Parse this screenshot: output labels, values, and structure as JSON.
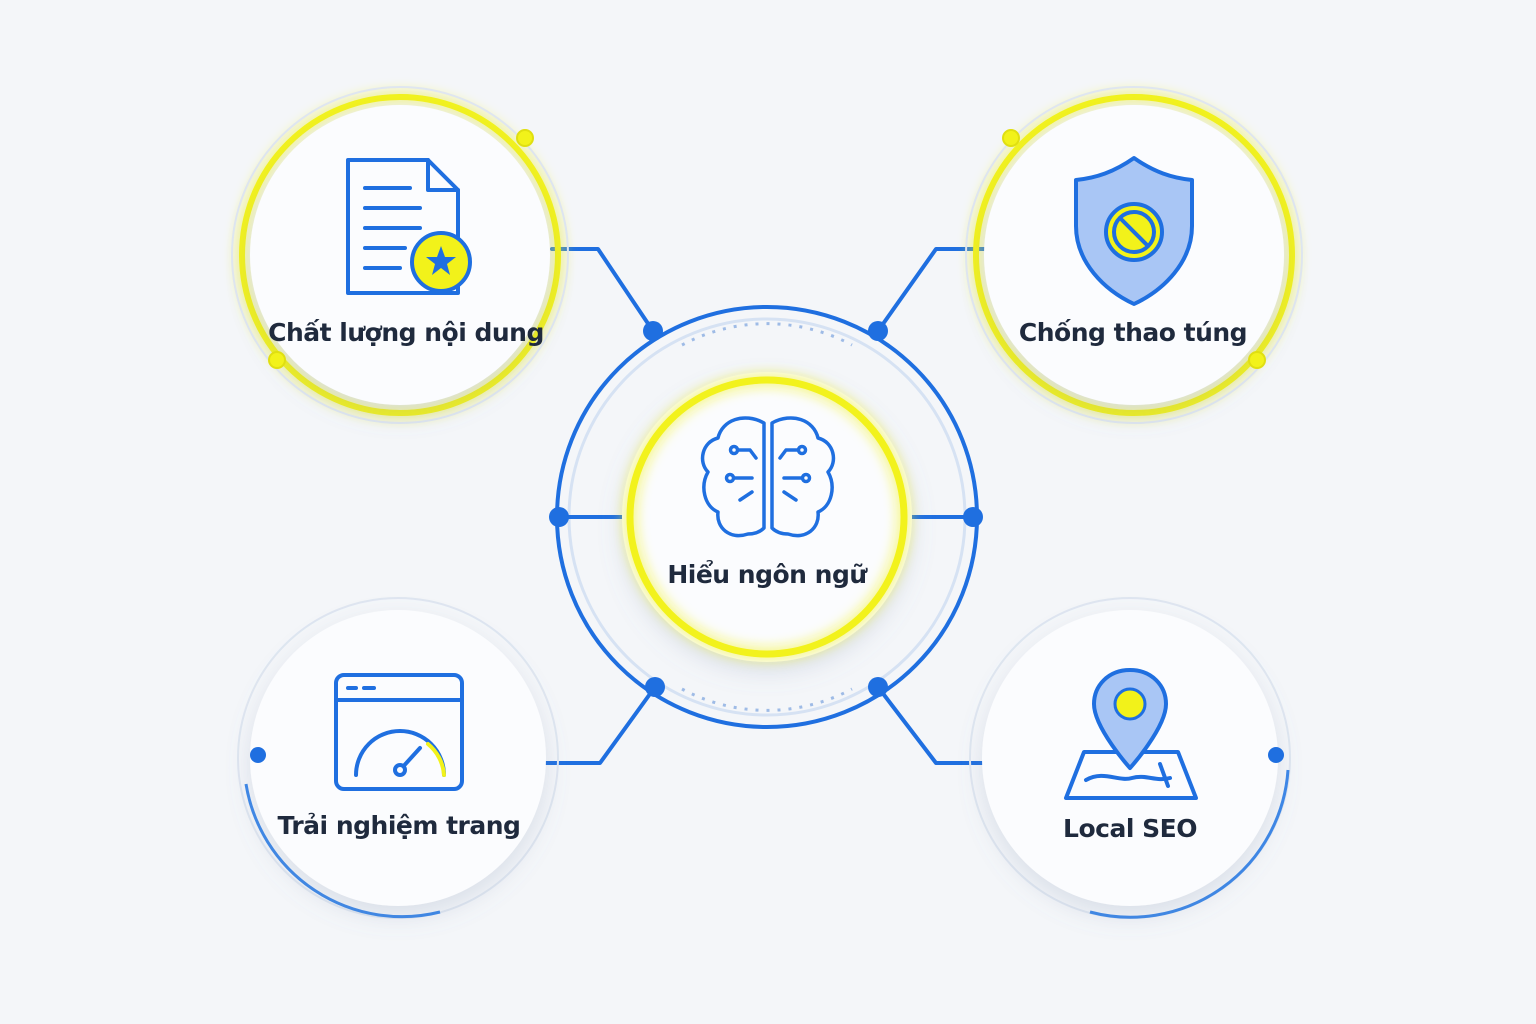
{
  "center": {
    "label": "Hiểu ngôn ngữ",
    "icon": "brain-circuit-icon"
  },
  "nodes": [
    {
      "key": "content_quality",
      "label": "Chất lượng nội dung",
      "icon": "document-star-icon",
      "highlighted": true
    },
    {
      "key": "anti_manipulation",
      "label": "Chống thao túng",
      "icon": "shield-block-icon",
      "highlighted": true
    },
    {
      "key": "page_experience",
      "label": "Trải nghiệm trang",
      "icon": "browser-speedometer-icon",
      "highlighted": false
    },
    {
      "key": "local_seo",
      "label": "Local SEO",
      "icon": "map-pin-icon",
      "highlighted": false
    }
  ],
  "colors": {
    "background": "#f4f6f9",
    "accent_blue": "#1f6fe0",
    "highlight_yellow": "#f2f21a",
    "text": "#1f2a3d",
    "icon_fill": "#a9c6f5"
  }
}
